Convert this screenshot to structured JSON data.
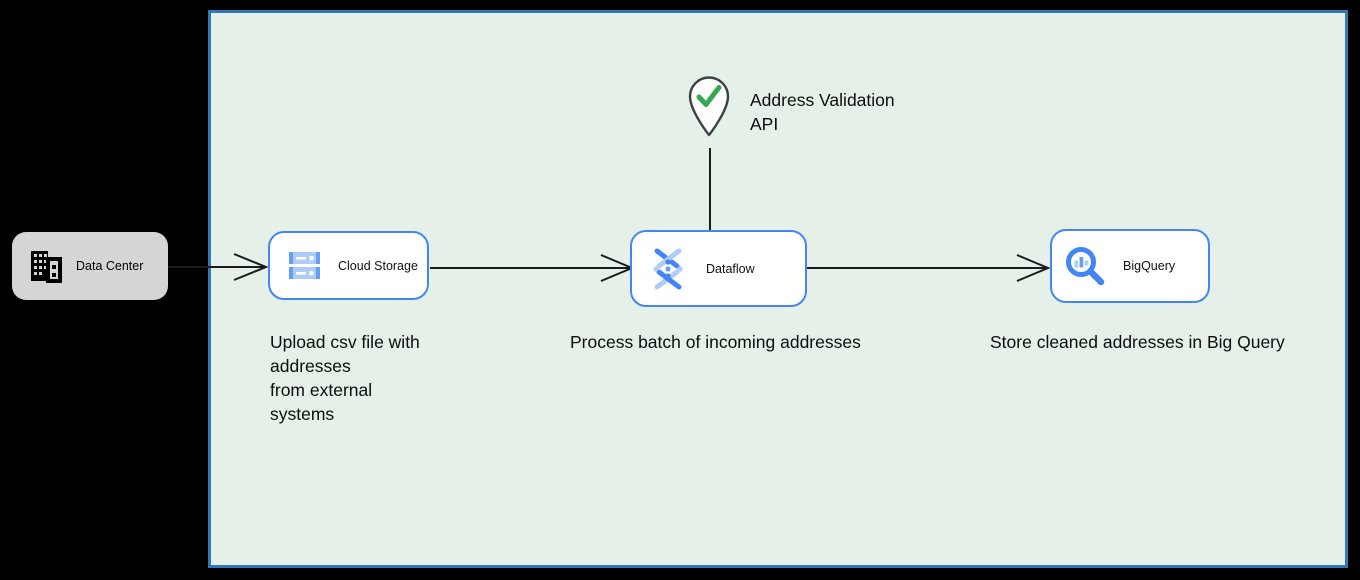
{
  "external_node": {
    "label": "Data Center"
  },
  "nodes": {
    "cloud_storage": {
      "label": "Cloud Storage"
    },
    "dataflow": {
      "label": "Dataflow"
    },
    "bigquery": {
      "label": "BigQuery"
    }
  },
  "annotation": {
    "line1": "Address Validation",
    "line2": "API"
  },
  "captions": {
    "upload": {
      "lines": [
        "Upload csv file with",
        "addresses",
        "from external",
        "systems"
      ]
    },
    "process": "Process batch of incoming addresses",
    "store": "Store cleaned addresses in Big Query"
  },
  "icons": [
    "building-icon",
    "cloud-storage-icon",
    "dataflow-icon",
    "bigquery-icon",
    "map-pin-check-icon",
    "arrow-right-connector"
  ],
  "colors": {
    "page_background": "#000000",
    "canvas_background": "#e4f0e8",
    "canvas_border": "#3179b5",
    "node_border_blue": "#4285f4",
    "icon_light_blue": "#aecbfa",
    "icon_mid_blue": "#669df6",
    "check_green": "#34a853",
    "external_node_background": "#d5d5d5",
    "connector_black": "#1b1b1b"
  }
}
